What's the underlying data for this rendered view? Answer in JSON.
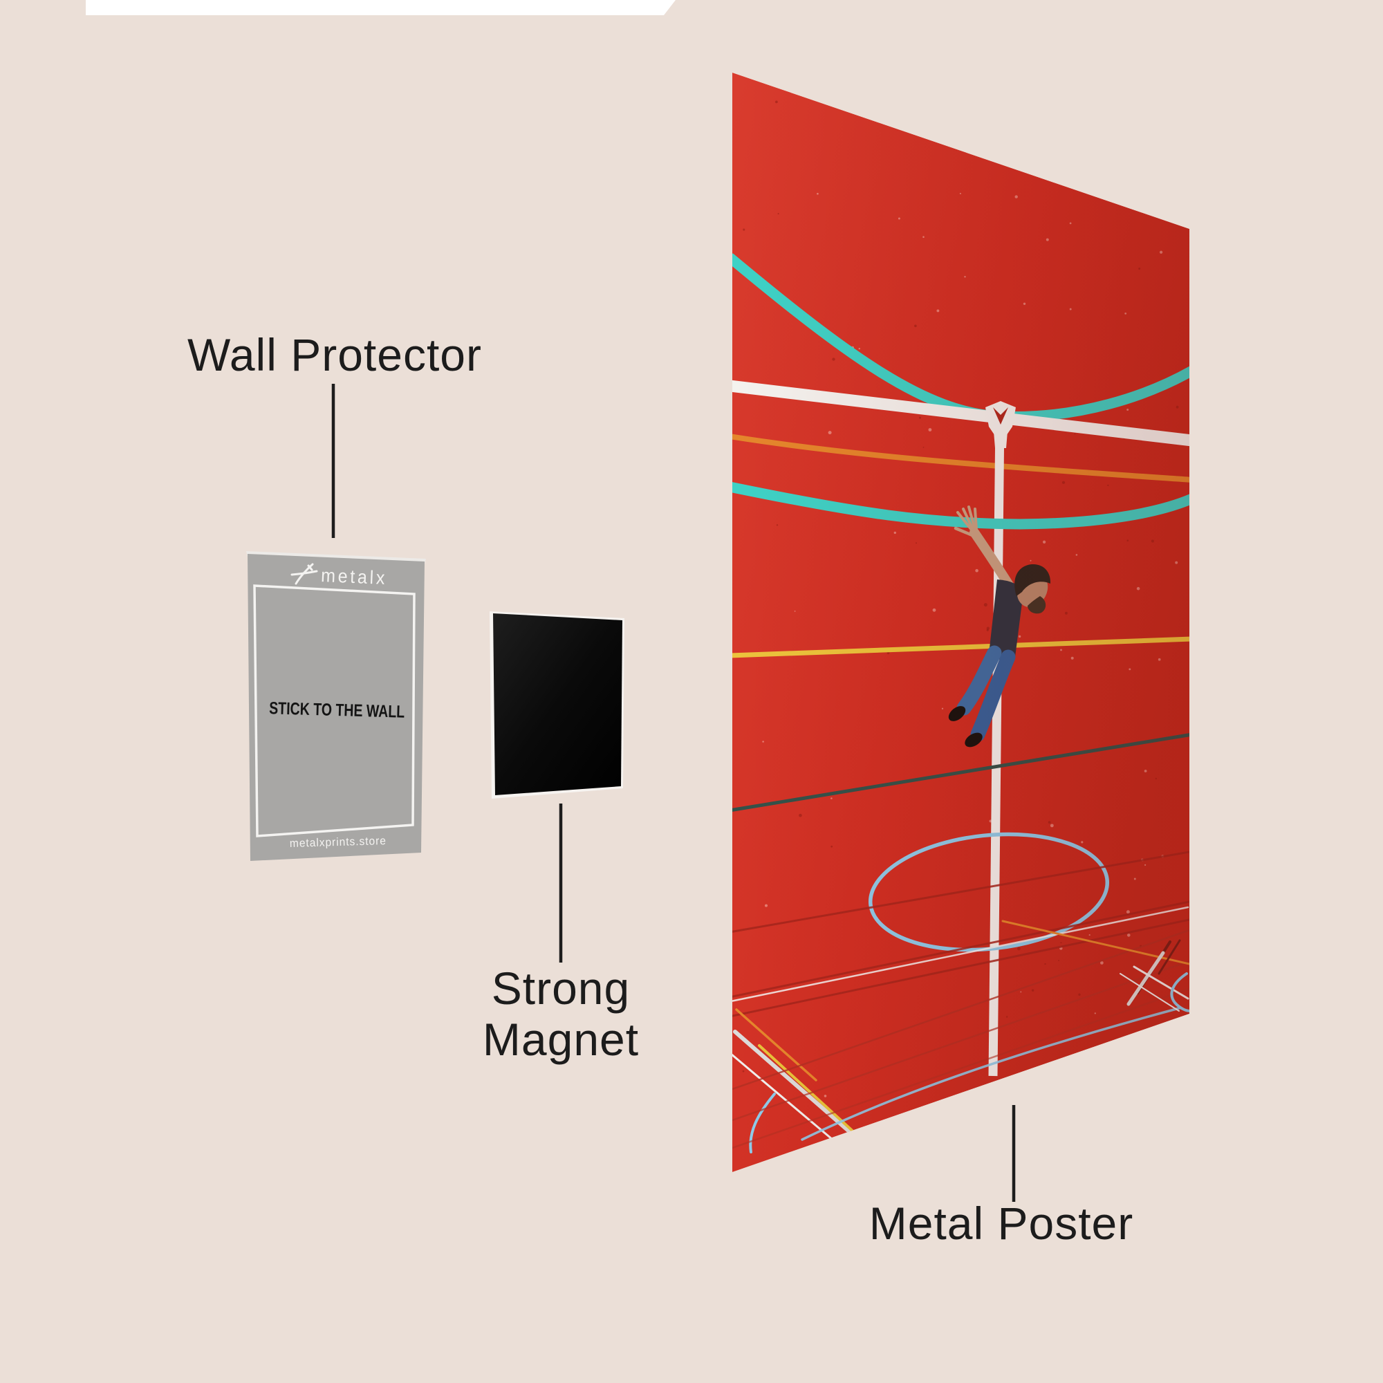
{
  "page": {
    "background": "#ebdfd7",
    "top_strip_color": "#ffffff",
    "label_color": "#1c1c1c",
    "leader_line_color": "#1d1d1d"
  },
  "labels": {
    "wall_protector": "Wall Protector",
    "strong_line1": "Strong",
    "strong_line2": "Magnet",
    "metal_poster": "Metal Poster"
  },
  "card": {
    "brand": "metalx",
    "message": "STICK TO THE WALL",
    "website": "metalxprints.store",
    "color": "#a8a7a5",
    "border_color": "#f4f3f1",
    "message_color": "#141414"
  },
  "magnet": {
    "color": "#0b0b0b",
    "edge_highlight": "#f6f3f0"
  },
  "poster": {
    "base_color": "#d23126",
    "line_colors": {
      "cyan": "#3ed2c6",
      "white": "#f4f2ee",
      "orange": "#e5862c",
      "yellow": "#ecc43c",
      "dark_teal": "#33524a",
      "light_blue": "#8ecbe9",
      "dark_red": "#a5261c",
      "lane_red": "#b23023",
      "silver": "#dddcda"
    },
    "man": {
      "shirt": "#2f3440",
      "jeans": "#3e6da3",
      "jeans_dark": "#35619a",
      "skin": "#c9a183",
      "hair": "#2f261e",
      "beard": "#443425",
      "shoes": "#17130f"
    }
  }
}
